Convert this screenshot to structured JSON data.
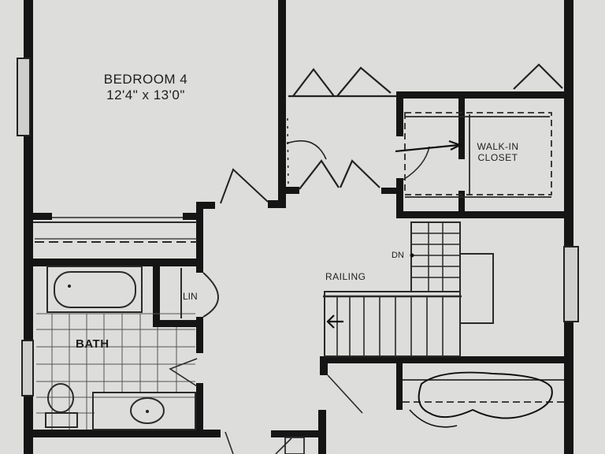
{
  "plan": {
    "bedroom": {
      "name": "BEDROOM 4",
      "dimensions": "12'4\" x 13'0\""
    },
    "walk_in_closet": {
      "line1": "WALK-IN",
      "line2": "CLOSET"
    },
    "linen_closet": {
      "label": "LIN"
    },
    "bath": {
      "label": "BATH"
    },
    "stair": {
      "railing_label": "RAILING",
      "direction_label": "DN"
    }
  },
  "colors": {
    "paper": "#d9d9d7",
    "wall": "#151515",
    "thin_line": "#2a2a2a"
  }
}
